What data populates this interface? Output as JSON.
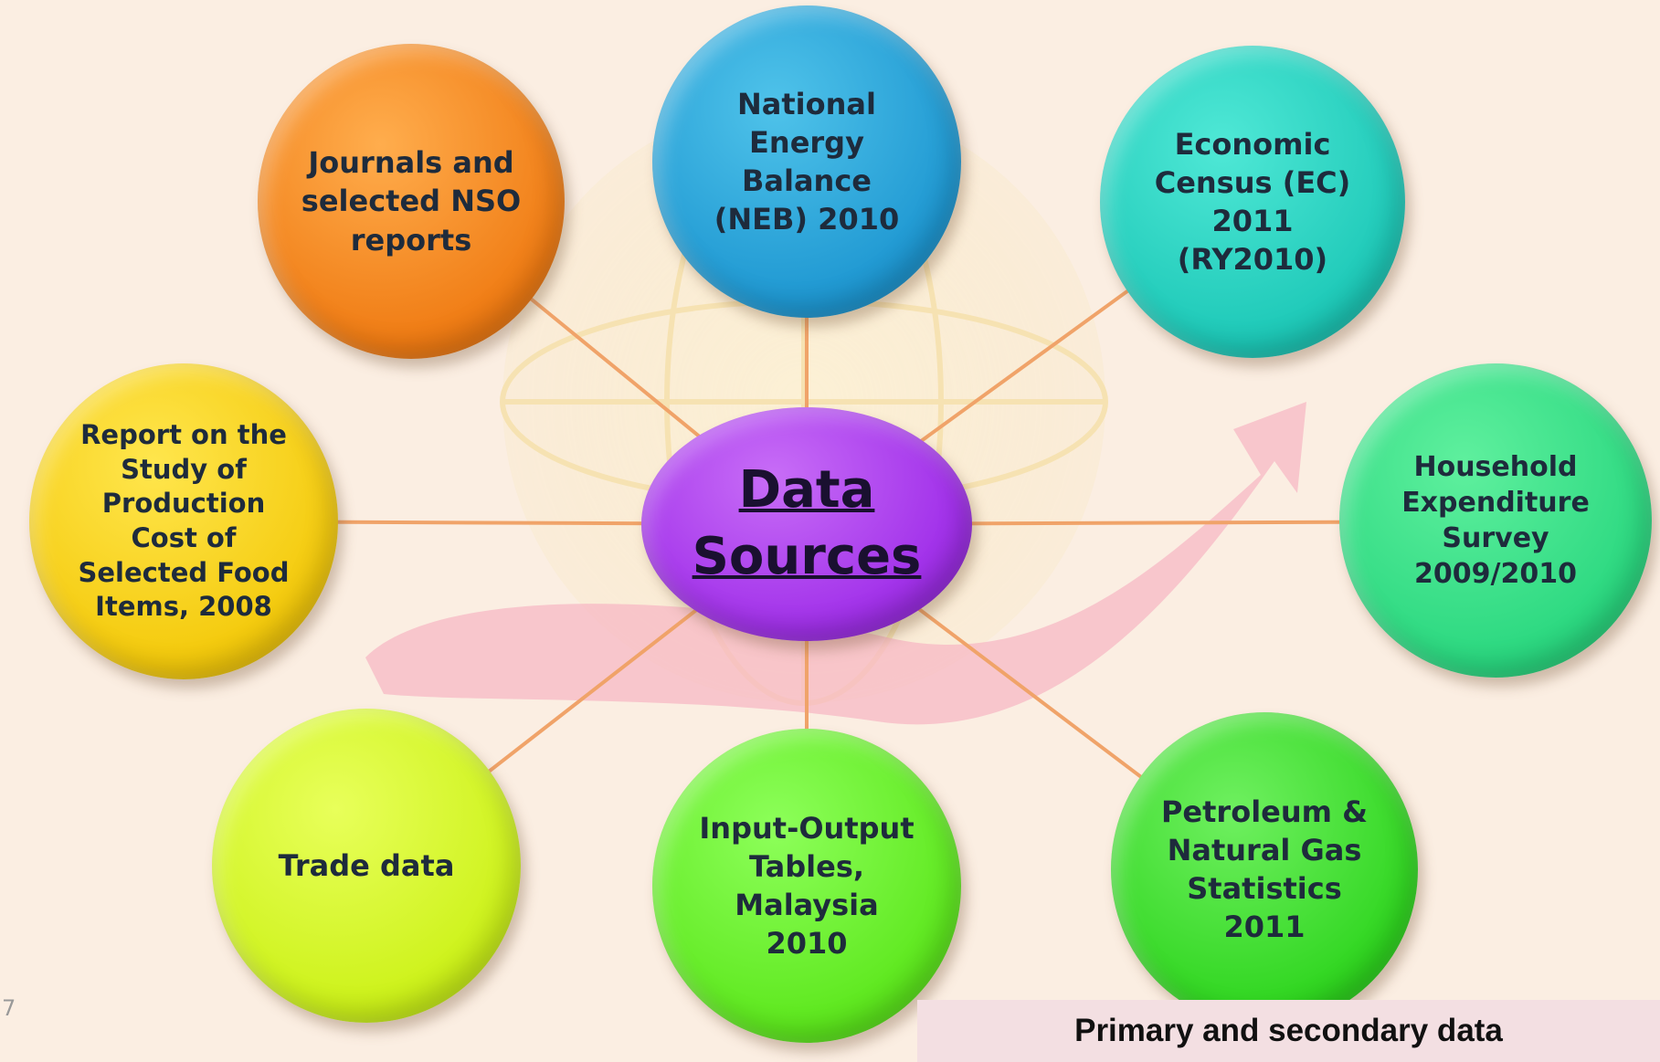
{
  "diagram": {
    "hub_label_line1": "Data",
    "hub_label_line2": "Sources",
    "nodes": [
      {
        "id": "journals",
        "label": "Journals and\nselected NSO\nreports",
        "color": "#f07c14"
      },
      {
        "id": "neb",
        "label": "National\nEnergy\nBalance\n(NEB) 2010",
        "color": "#1f98d2"
      },
      {
        "id": "ec",
        "label": "Economic\nCensus (EC)\n2011\n(RY2010)",
        "color": "#1ec9b8"
      },
      {
        "id": "report",
        "label": "Report on the\nStudy of\nProduction\nCost of\nSelected Food\nItems, 2008",
        "color": "#f4ca0c"
      },
      {
        "id": "hes",
        "label": "Household\nExpenditure\nSurvey\n2009/2010",
        "color": "#2bd880"
      },
      {
        "id": "trade",
        "label": "Trade data",
        "color": "#cdf21a"
      },
      {
        "id": "io",
        "label": "Input-Output\nTables,\nMalaysia\n2010",
        "color": "#5ee81e"
      },
      {
        "id": "petro",
        "label": "Petroleum &\nNatural Gas\nStatistics\n2011",
        "color": "#30d620"
      }
    ],
    "hub_color": "#a232ea",
    "connector_color": "#f0a369"
  },
  "footer": {
    "slide_number": "7",
    "caption": "Primary and secondary data"
  }
}
